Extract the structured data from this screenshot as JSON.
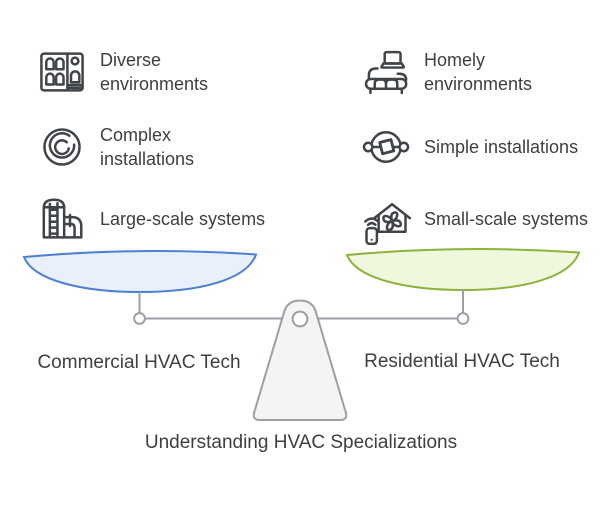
{
  "title": "Understanding HVAC Specializations",
  "colors": {
    "left_bowl_stroke": "#4d7fd2",
    "left_bowl_fill": "#e8f0fc",
    "right_bowl_stroke": "#8cb43c",
    "right_bowl_fill": "#eff7dc",
    "frame_gray": "#9aa0a6",
    "pedestal_fill": "#f4f4f4",
    "icon_stroke": "#3f4449",
    "text_color": "#3c4043"
  },
  "left_pan": {
    "label": "Commercial HVAC Tech",
    "items": [
      {
        "icon": "building-facade-icon",
        "label": "Diverse environments"
      },
      {
        "icon": "coil-icon",
        "label": "Complex installations"
      },
      {
        "icon": "industrial-silo-icon",
        "label": "Large-scale systems"
      }
    ]
  },
  "right_pan": {
    "label": "Residential HVAC Tech",
    "items": [
      {
        "icon": "sofa-laptop-icon",
        "label": "Homely environments"
      },
      {
        "icon": "network-node-icon",
        "label": "Simple installations"
      },
      {
        "icon": "smart-home-fan-icon",
        "label": "Small-scale systems"
      }
    ]
  }
}
